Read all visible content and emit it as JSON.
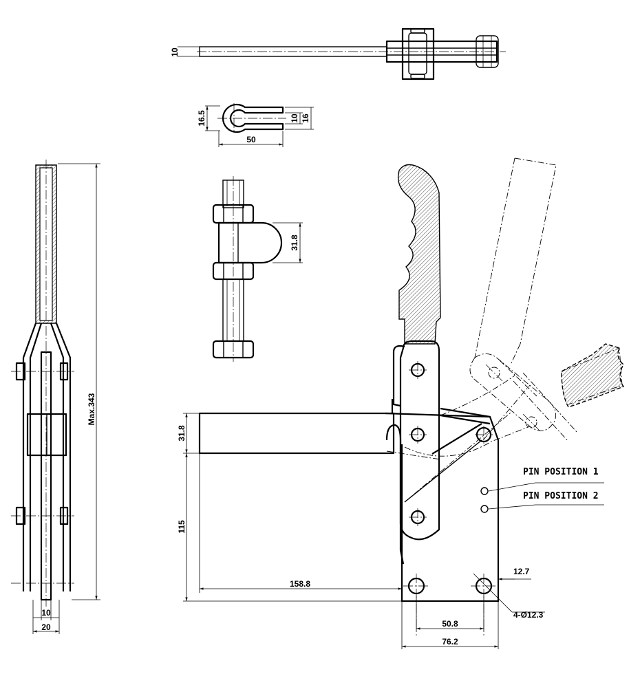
{
  "dimensions": {
    "top_rod_thickness": "10",
    "washer_height": "16.5",
    "washer_slot": "10",
    "washer_width": "16",
    "washer_length": "50",
    "spindle_height": "31.8",
    "side_max_height": "Max.343",
    "side_inner_width": "10",
    "side_outer_width": "20",
    "bar_height": "31.8",
    "bar_clearance": "115",
    "bar_reach": "158.8",
    "hole_offset": "12.7",
    "hole_spacing": "50.8",
    "base_width": "76.2",
    "hole_callout": "4-Ø12.3"
  },
  "notes": {
    "pin_position_1": "PIN POSITION 1",
    "pin_position_2": "PIN POSITION 2"
  }
}
